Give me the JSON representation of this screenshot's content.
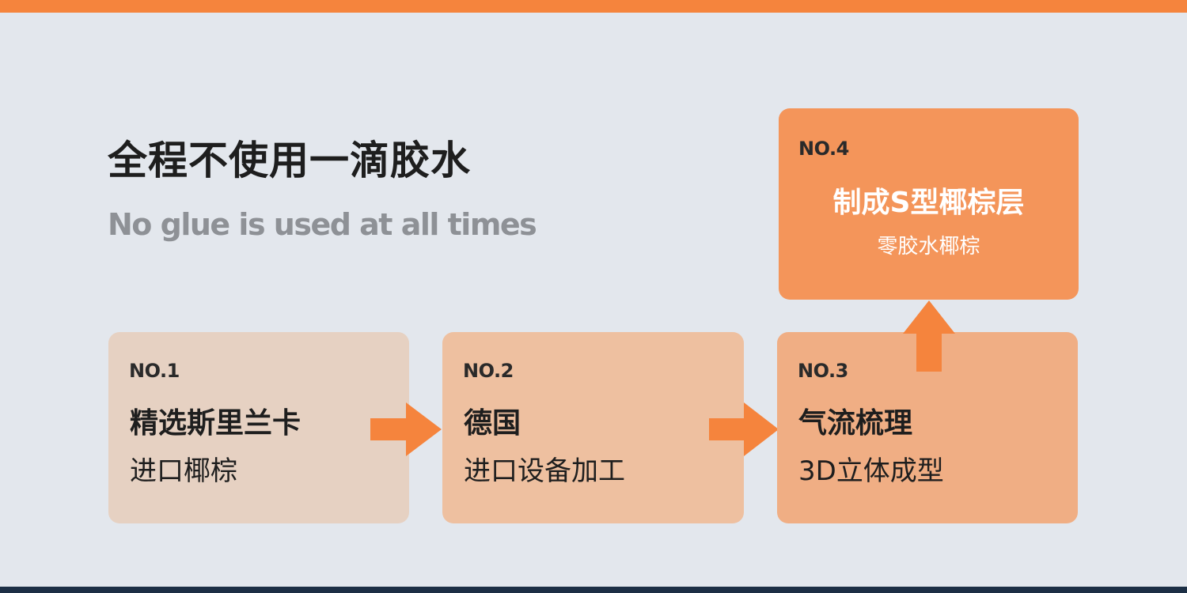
{
  "accent_color": "#f5843d",
  "heading": {
    "title": "全程不使用一滴胶水",
    "subtitle": "No glue is used at all times"
  },
  "steps": [
    {
      "no": "NO.1",
      "title": "精选斯里兰卡",
      "sub": "进口椰棕",
      "color": "#e6d1c2"
    },
    {
      "no": "NO.2",
      "title": "德国",
      "sub": "进口设备加工",
      "color": "#eec0a0"
    },
    {
      "no": "NO.3",
      "title": "气流梳理",
      "sub": "3D立体成型",
      "color": "#f0ae84"
    },
    {
      "no": "NO.4",
      "title": "制成S型椰棕层",
      "sub": "零胶水椰棕",
      "color": "#f4955a"
    }
  ],
  "arrows": [
    "arrow-right-icon",
    "arrow-right-icon",
    "arrow-up-icon"
  ]
}
